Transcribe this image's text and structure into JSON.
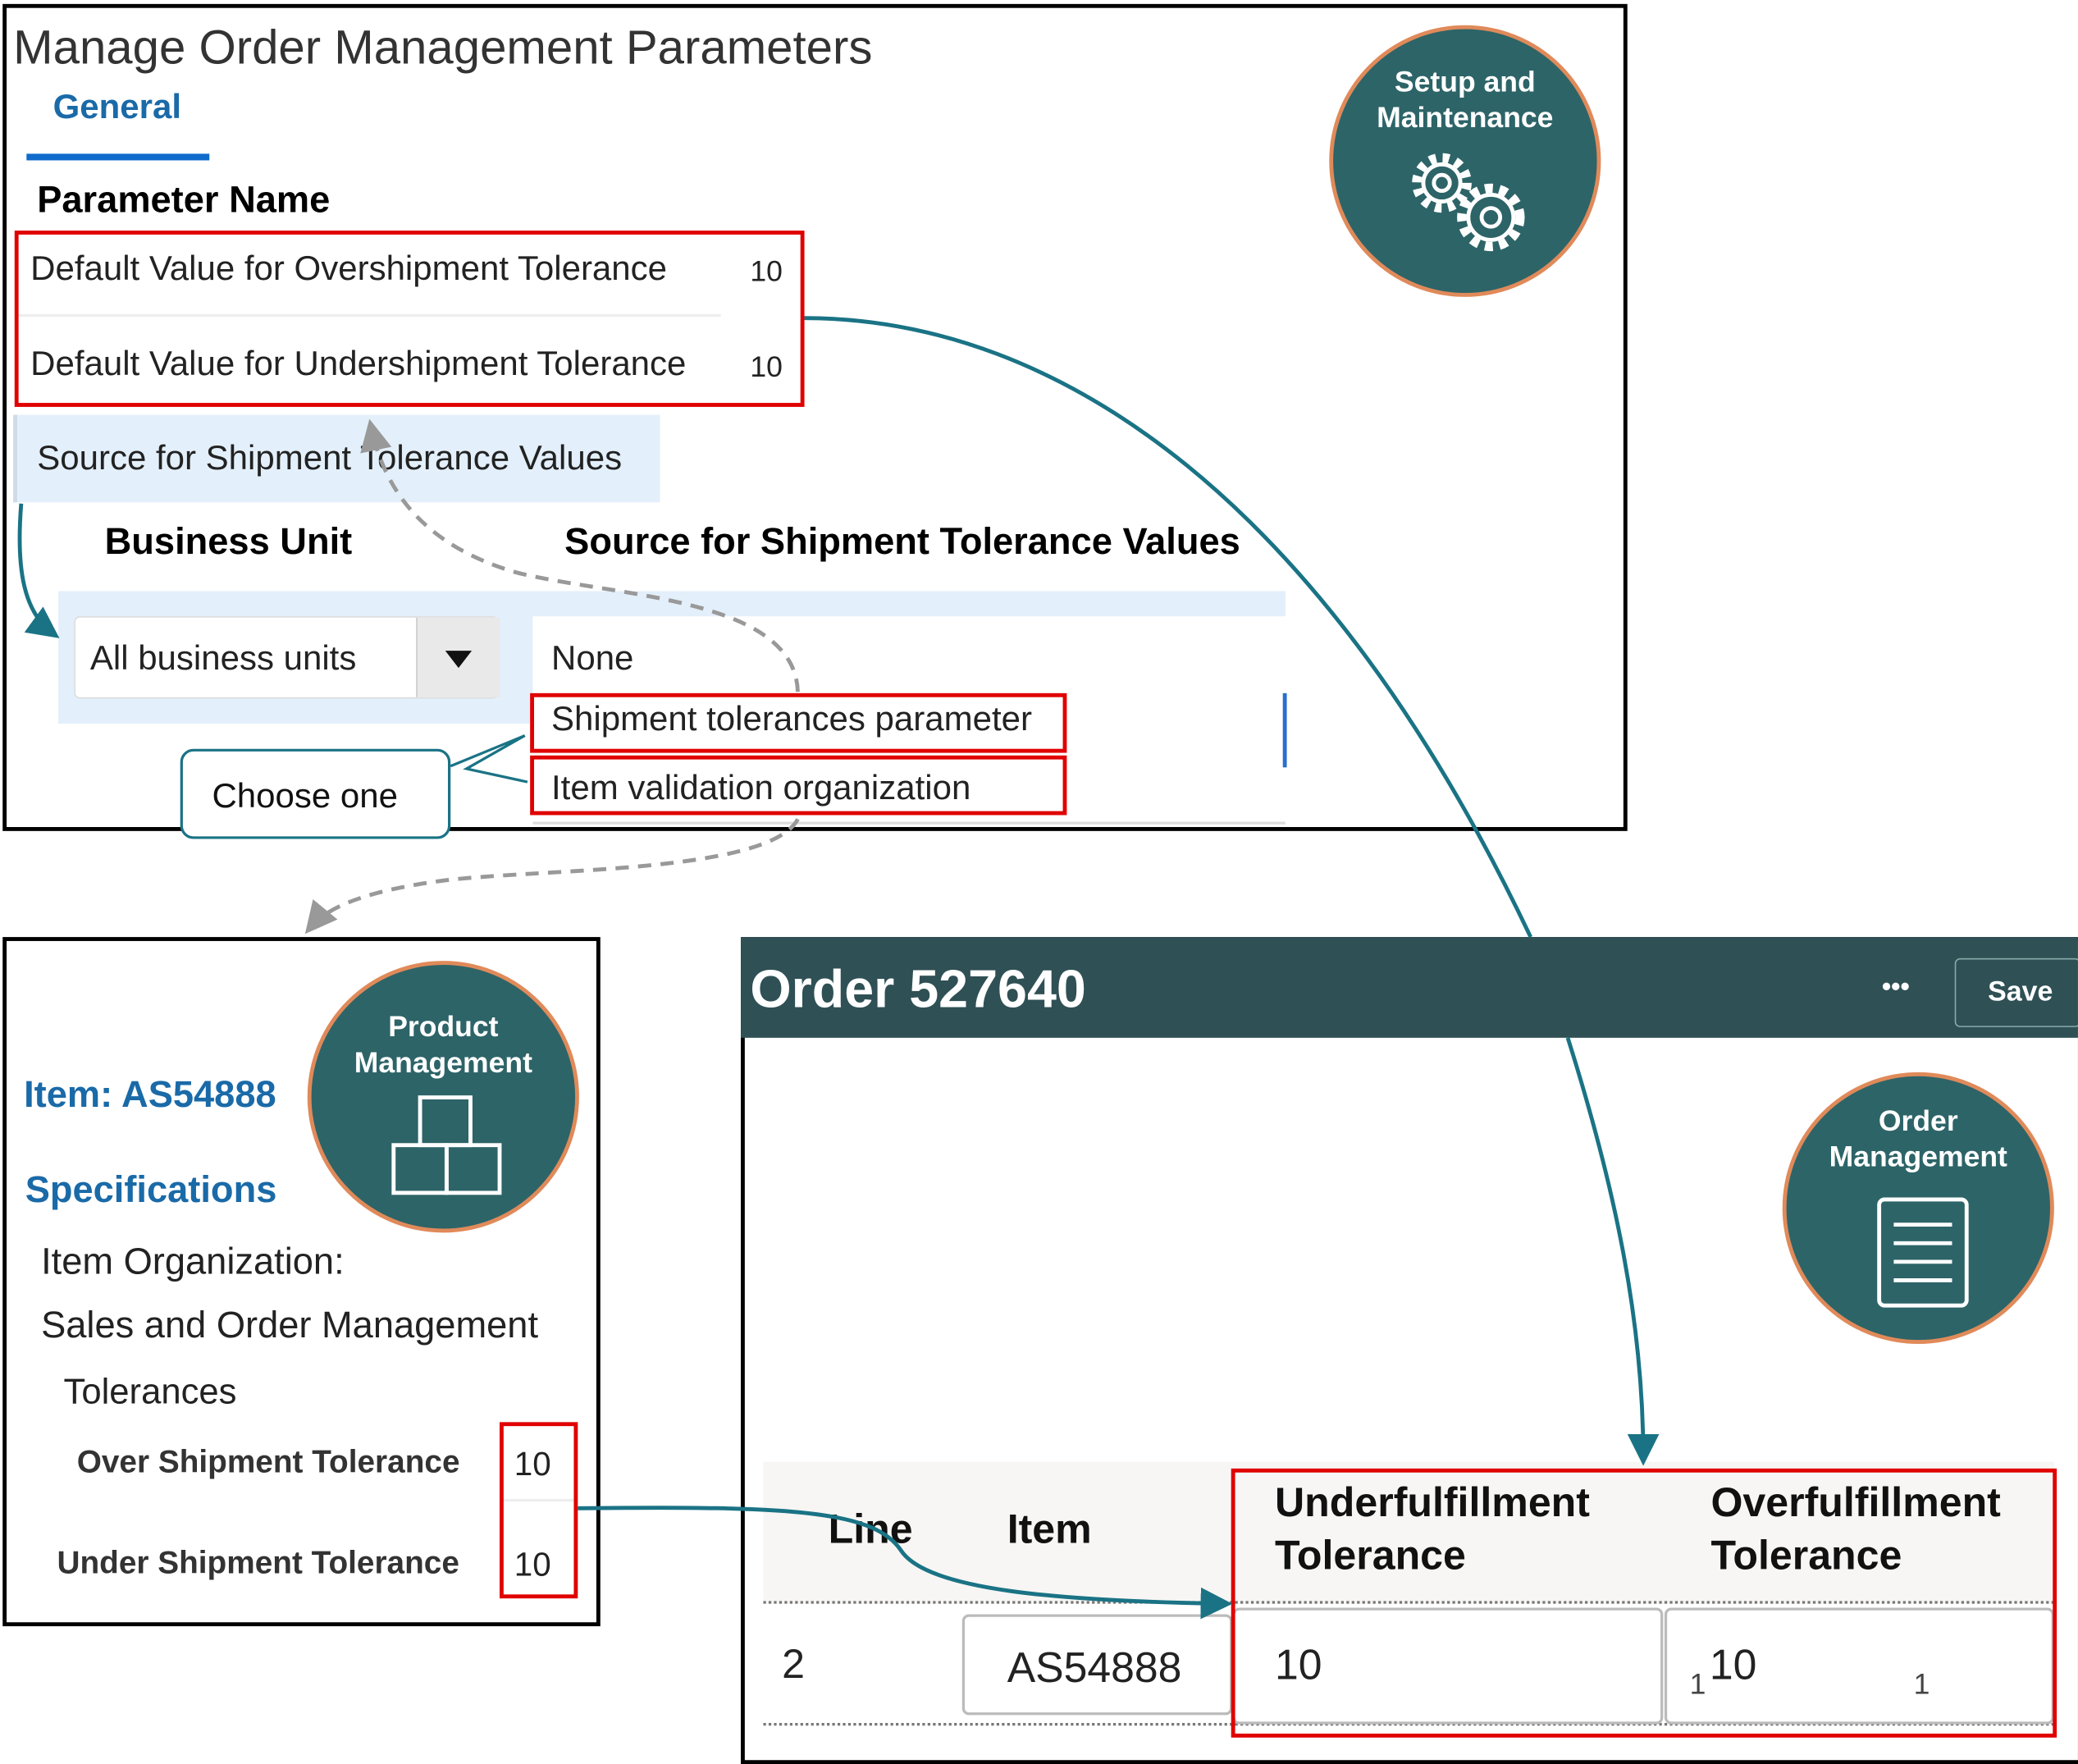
{
  "params_panel": {
    "title": "Manage Order Management Parameters",
    "tab": "General",
    "column_header": "Parameter Name",
    "rows": [
      {
        "name": "Default Value for Overshipment Tolerance",
        "value": "10"
      },
      {
        "name": "Default Value for Undershipment Tolerance",
        "value": "10"
      }
    ],
    "selected_row": "Source for Shipment Tolerance Values",
    "bu_header": "Business Unit",
    "source_header": "Source for Shipment Tolerance Values",
    "bu_select_value": "All business units",
    "source_options": [
      "None",
      "Shipment tolerances parameter",
      "Item validation organization"
    ],
    "callout": "Choose one",
    "badge": {
      "line1": "Setup and",
      "line2": "Maintenance",
      "icon": "gears-icon"
    }
  },
  "item_panel": {
    "item_title": "Item: AS54888",
    "section": "Specifications",
    "org_label": "Item Organization:",
    "org_value": "Sales and Order Management",
    "group": "Tolerances",
    "fields": [
      {
        "label": "Over Shipment Tolerance",
        "value": "10"
      },
      {
        "label": "Under Shipment Tolerance",
        "value": "10"
      }
    ],
    "badge": {
      "line1": "Product",
      "line2": "Management",
      "icon": "boxes-icon"
    }
  },
  "order_panel": {
    "title": "Order 527640",
    "more_label": "•••",
    "save_label": "Save",
    "badge": {
      "line1": "Order",
      "line2": "Management",
      "icon": "document-icon"
    },
    "columns": [
      "Line",
      "Item",
      "Underfulfillment",
      "Tolerance",
      "Overfulfillment",
      "Tolerance"
    ],
    "row": {
      "line": "2",
      "item": "AS54888",
      "under": "10",
      "over": "10",
      "marker_left": "1",
      "marker_right": "1"
    }
  },
  "colors": {
    "accent_teal": "#1a7385",
    "highlight_red": "#e00000",
    "link_blue": "#1a6aa8",
    "header_dark": "#2f5055"
  }
}
